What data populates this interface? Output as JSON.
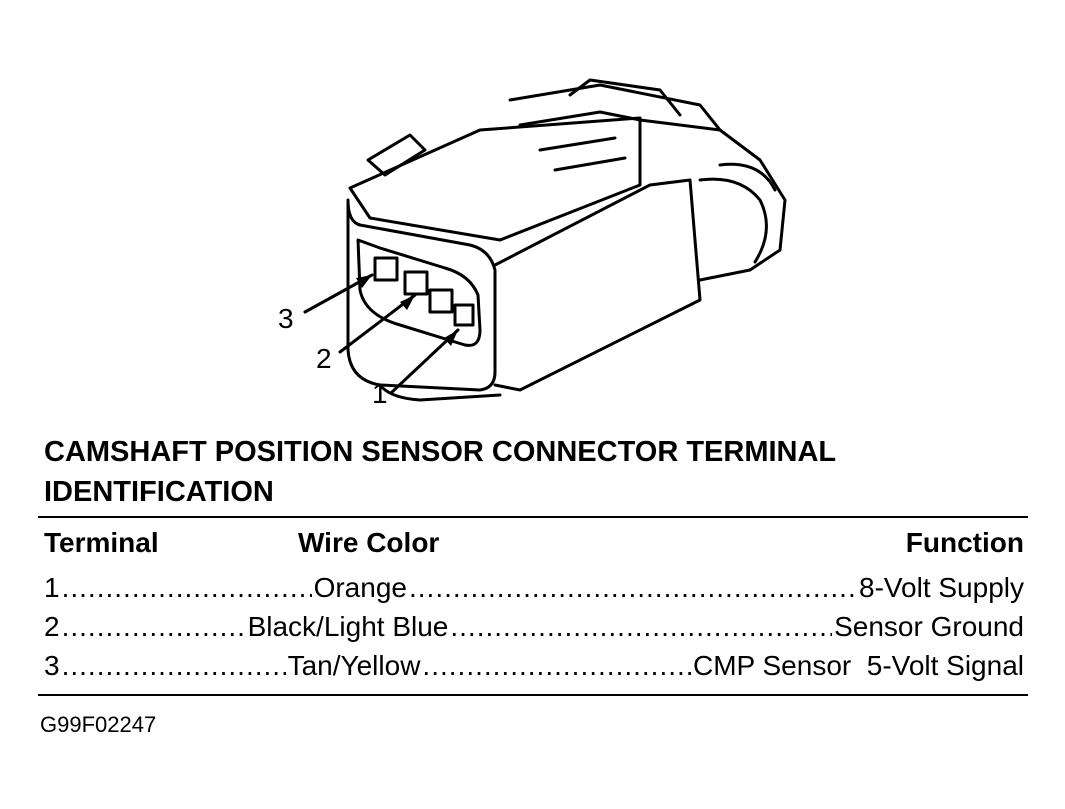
{
  "diagram": {
    "callouts": [
      "3",
      "2",
      "1"
    ]
  },
  "title": "CAMSHAFT POSITION SENSOR CONNECTOR TERMINAL IDENTIFICATION",
  "table": {
    "headers": {
      "terminal": "Terminal",
      "wire_color": "Wire Color",
      "function": "Function"
    },
    "rows": [
      {
        "terminal": "1",
        "wire_color": "Orange",
        "function": "8-Volt Supply"
      },
      {
        "terminal": "2",
        "wire_color": "Black/Light Blue",
        "function": "Sensor Ground"
      },
      {
        "terminal": "3",
        "wire_color": "Tan/Yellow",
        "function": "CMP Sensor  5-Volt Signal"
      }
    ]
  },
  "figure_id": "G99F02247"
}
